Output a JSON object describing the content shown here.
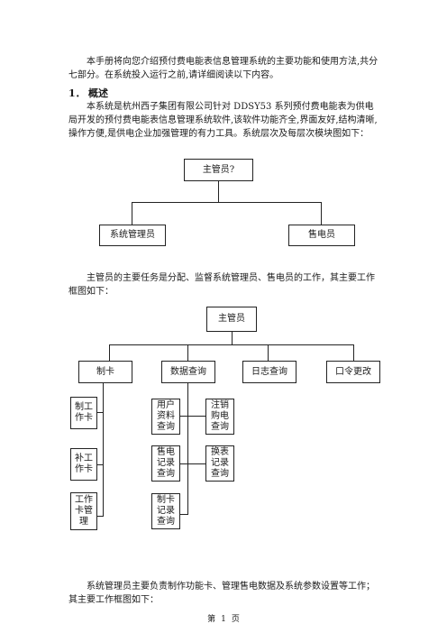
{
  "intro": "本手册将向您介绍预付费电能表信息管理系统的主要功能和使用方法,共分七部分。在系统投入运行之前,请详细阅读以下内容。",
  "section": {
    "number": "1．",
    "title": "概述"
  },
  "para1": "本系统是杭州西子集团有限公司针对 DDSY53 系列预付费电能表为供电局开发的预付费电能表信息管理系统软件,该软件功能齐全,界面友好,结构清晰,操作方便,是供电企业加强管理的有力工具。系统层次及每层次模块图如下：",
  "diagram1": {
    "root": "主管员?",
    "left": "系统管理员",
    "right": "售电员"
  },
  "para2": "主管员的主要任务是分配、监督系统管理员、售电员的工作，其主要工作框图如下：",
  "diagram2": {
    "root": "主管员",
    "level1": [
      "制卡",
      "数据查询",
      "日志查询",
      "口令更改"
    ],
    "card": [
      "制工\n作卡",
      "补工\n作卡",
      "工作\n卡管\n理"
    ],
    "query_left": [
      "用户\n资料\n查询",
      "售电\n记录\n查询",
      "制卡\n记录\n查询"
    ],
    "query_right": [
      "注销\n购电\n查询",
      "换表\n记录\n查询"
    ]
  },
  "para3": "系统管理员主要负责制作功能卡、管理售电数据及系统参数设置等工作；其主要工作框图如下：",
  "footer": {
    "prefix": "第",
    "page": "1",
    "suffix": "页"
  }
}
